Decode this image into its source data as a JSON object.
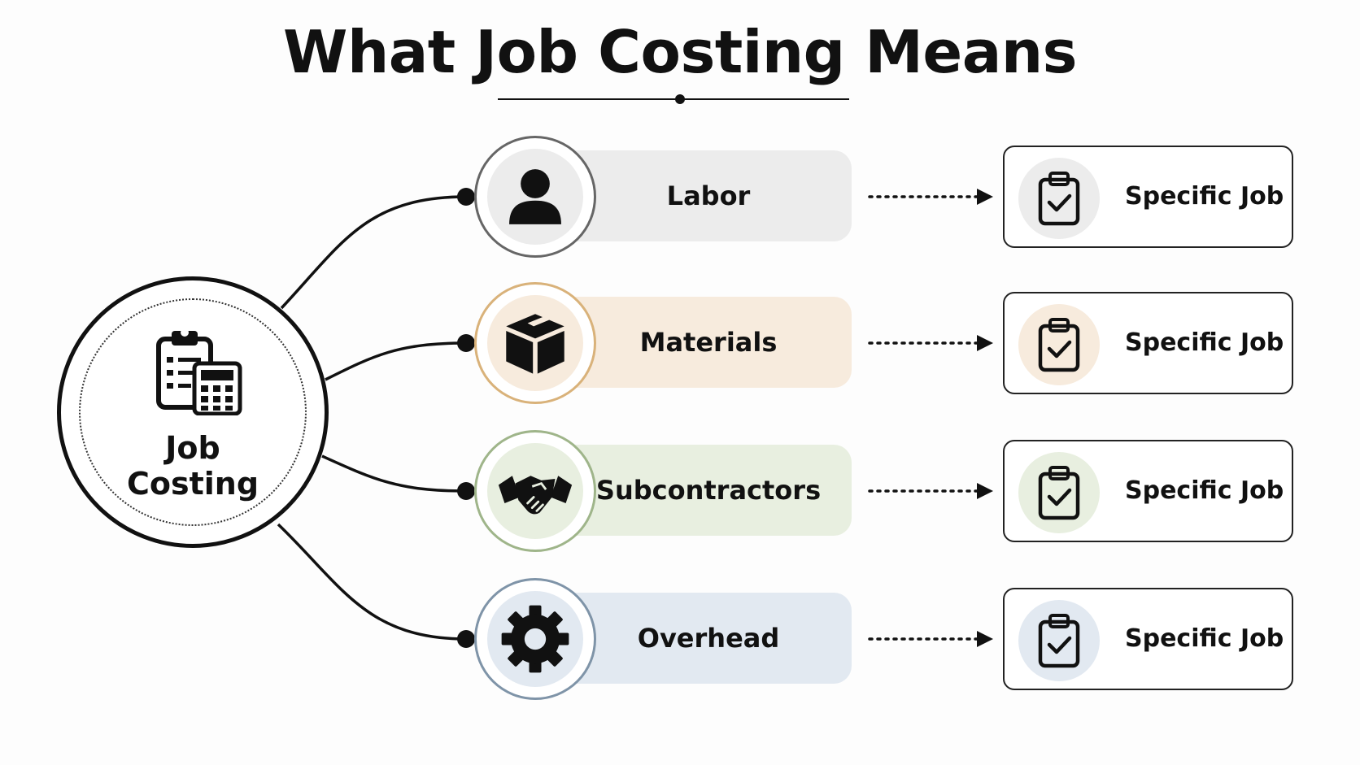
{
  "title": "What Job Costing Means",
  "hub": {
    "label_line1": "Job",
    "label_line2": "Costing",
    "icon": "clipboard-calculator-icon"
  },
  "cost_components": [
    {
      "label": "Labor",
      "icon": "person-icon",
      "accent": "#666666",
      "tint": "#ececec",
      "target": "Specific Job"
    },
    {
      "label": "Materials",
      "icon": "box-icon",
      "accent": "#d9b27a",
      "tint": "#f7ebdd",
      "target": "Specific Job"
    },
    {
      "label": "Subcontractors",
      "icon": "handshake-icon",
      "accent": "#9fb58a",
      "tint": "#e8efe0",
      "target": "Specific Job"
    },
    {
      "label": "Overhead",
      "icon": "gear-icon",
      "accent": "#7f94a8",
      "tint": "#e2e9f1",
      "target": "Specific Job"
    }
  ],
  "target_icon": "clipboard-check-icon"
}
